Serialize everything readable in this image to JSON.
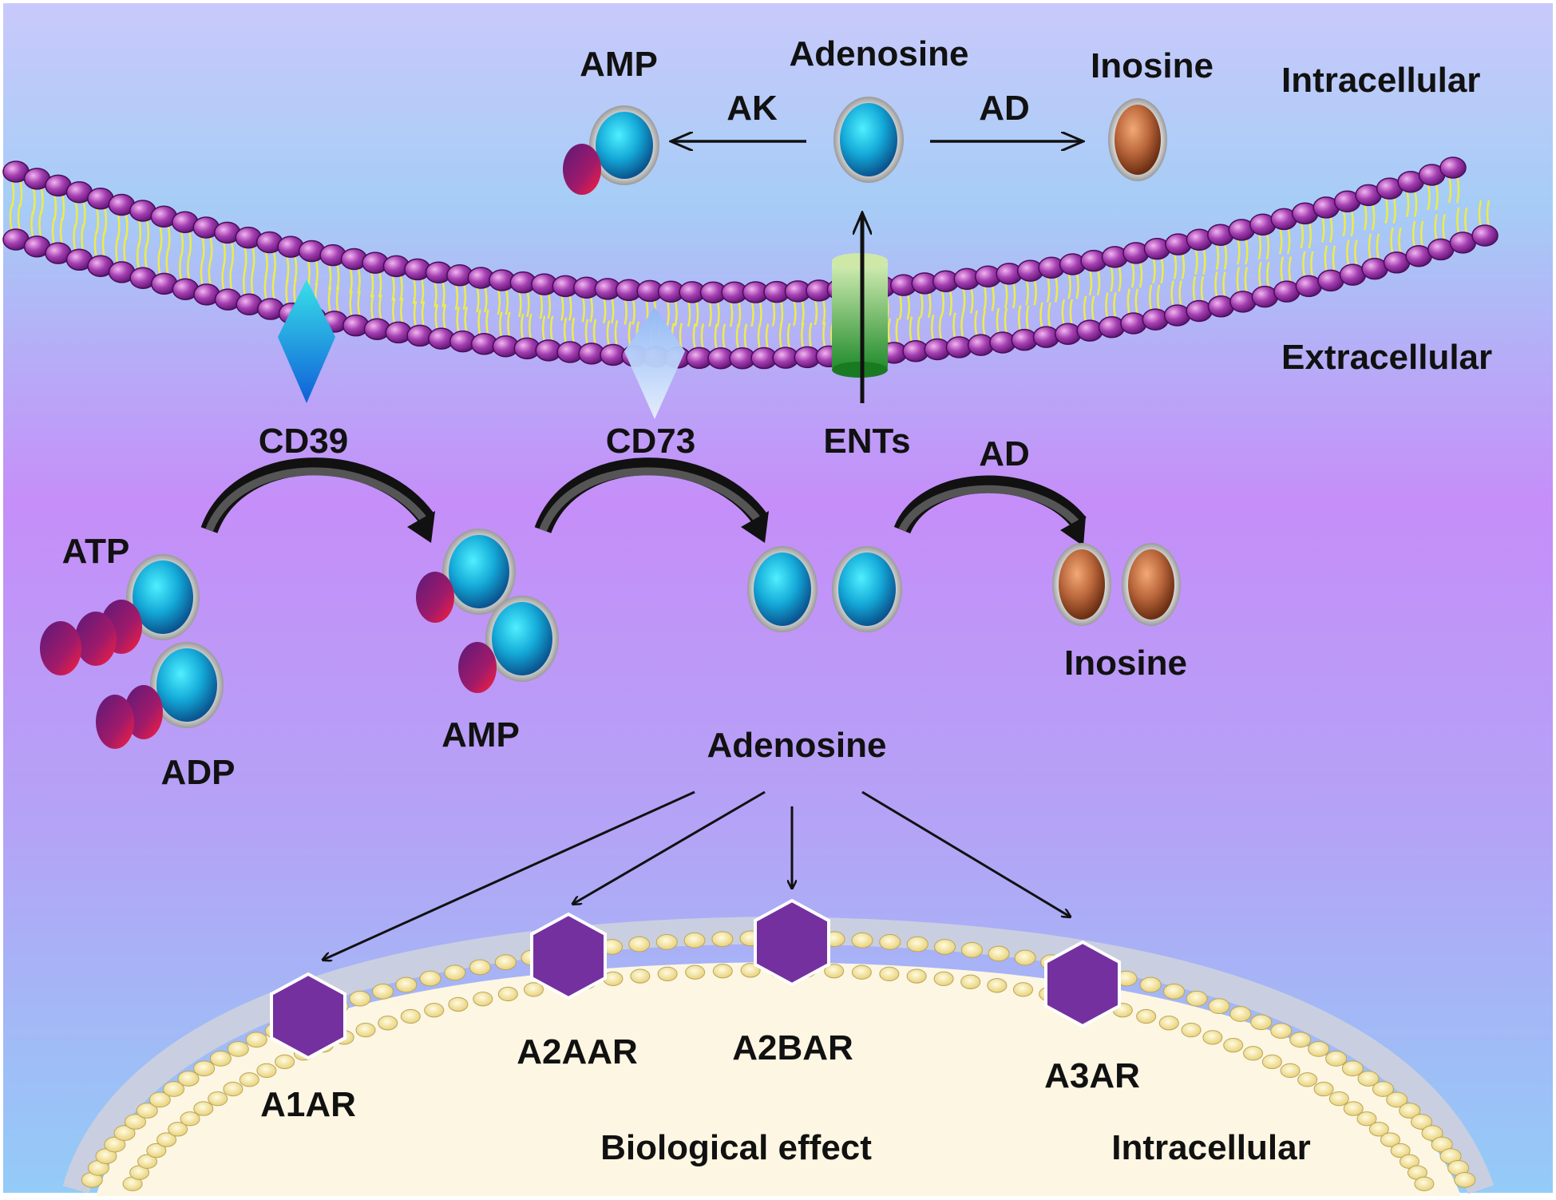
{
  "labels": {
    "amp_top": "AMP",
    "adenosine_top": "Adenosine",
    "inosine_top": "Inosine",
    "intracellular_top": "Intracellular",
    "ak": "AK",
    "ad_top": "AD",
    "extracellular": "Extracellular",
    "cd39": "CD39",
    "cd73": "CD73",
    "ents": "ENTs",
    "ad_bottom": "AD",
    "atp": "ATP",
    "adp": "ADP",
    "amp_mid": "AMP",
    "inosine_mid": "Inosine",
    "adenosine_mid": "Adenosine",
    "a1ar": "A1AR",
    "a2aar": "A2AAR",
    "a2bar": "A2BAR",
    "a3ar": "A3AR",
    "biological_effect": "Biological effect",
    "intracellular_bottom": "Intracellular"
  },
  "colors": {
    "background_top": "#c8c8fa",
    "background_mid": "#c58ef8",
    "background_bottom": "#9ccaf8",
    "membrane_bead": "#9b3aa8",
    "lipid_tail": "#e8e844",
    "adenosine": "#1aa7d6",
    "inosine": "#a55a30",
    "phosphate": "#8a1a6a",
    "receptor": "#7a2fa0",
    "cell_interior": "#fdf6e3"
  },
  "icons": [
    "membrane-bilayer",
    "cd39-diamond",
    "cd73-diamond",
    "ent-channel",
    "adenosine-oval",
    "inosine-oval",
    "phosphate-ball",
    "receptor-hexagon"
  ]
}
